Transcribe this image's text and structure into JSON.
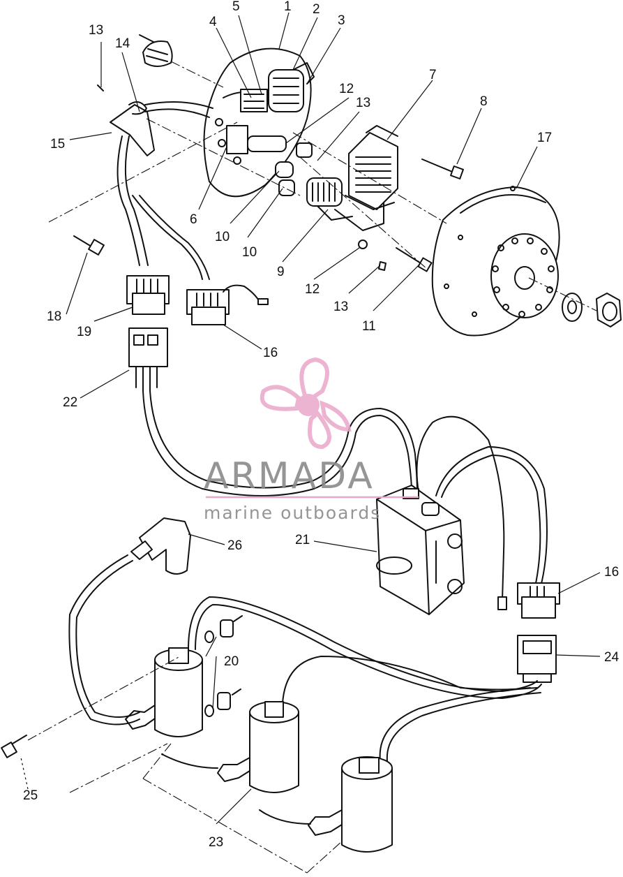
{
  "watermark": {
    "name": "ARMADA",
    "tagline": "marine outboards"
  },
  "callouts": {
    "c1": "1",
    "c2": "2",
    "c3": "3",
    "c4": "4",
    "c5": "5",
    "c6": "6",
    "c7": "7",
    "c8": "8",
    "c9": "9",
    "c10a": "10",
    "c10b": "10",
    "c11": "11",
    "c12a": "12",
    "c12b": "12",
    "c13a": "13",
    "c13b": "13",
    "c13c": "13",
    "c14": "14",
    "c15": "15",
    "c16a": "16",
    "c16b": "16",
    "c17": "17",
    "c18": "18",
    "c19": "19",
    "c20": "20",
    "c21": "21",
    "c22": "22",
    "c23": "23",
    "c24": "24",
    "c25": "25",
    "c26": "26"
  },
  "colors": {
    "line": "#111111",
    "watermark_pink": "#e9a7c8",
    "watermark_gray": "#8a8a8a"
  }
}
